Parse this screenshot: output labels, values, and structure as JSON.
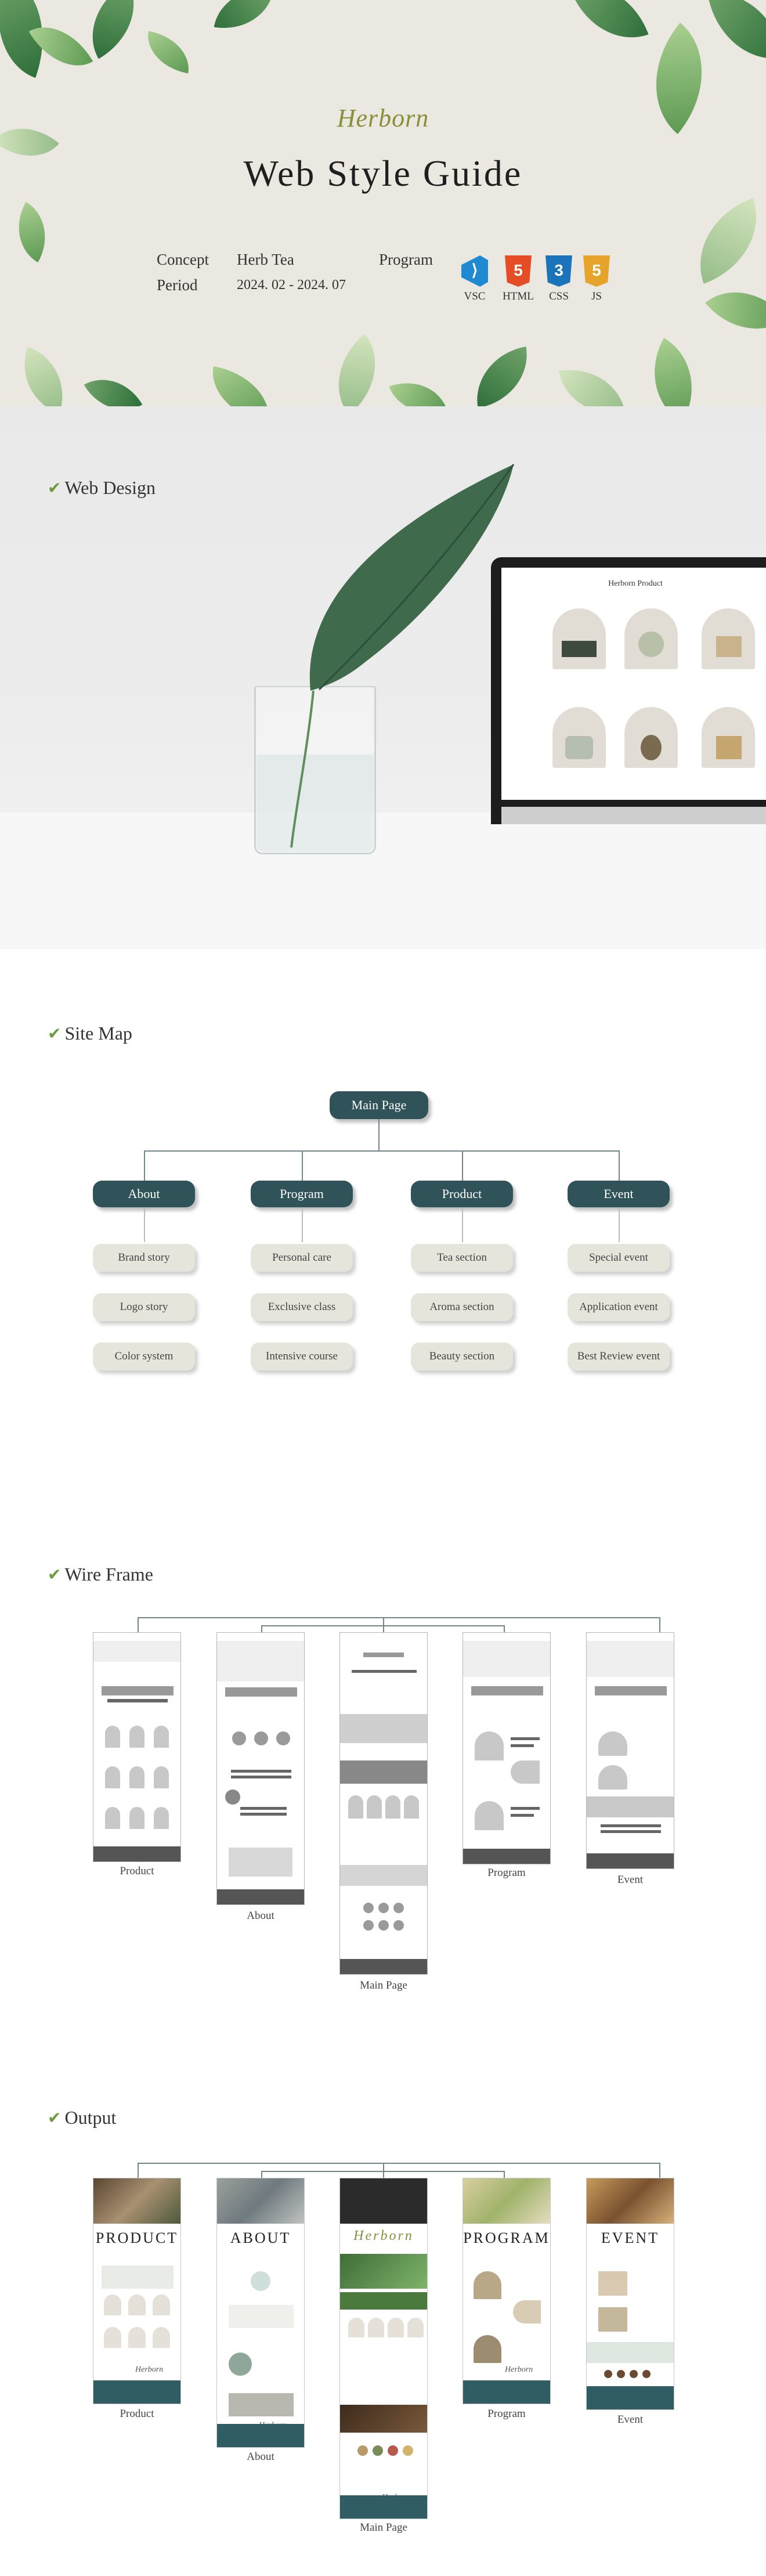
{
  "hero": {
    "logo": "Herborn",
    "title": "Web Style Guide",
    "concept_label": "Concept",
    "concept_value": "Herb Tea",
    "period_label": "Period",
    "period_value": "2024. 02 - 2024. 07",
    "program_label": "Program",
    "programs": [
      {
        "name": "VSC",
        "icon": "vscode-icon",
        "color": "#1f8ad2"
      },
      {
        "name": "HTML",
        "icon": "html5-icon",
        "color": "#e44d26"
      },
      {
        "name": "CSS",
        "icon": "css3-icon",
        "color": "#1b73ba"
      },
      {
        "name": "JS",
        "icon": "js-icon",
        "color": "#e7a42a"
      }
    ]
  },
  "web_design": {
    "section_title": "Web Design",
    "laptop_screen_title": "Herborn Product"
  },
  "site_map": {
    "section_title": "Site Map",
    "root": "Main Page",
    "branches": [
      {
        "label": "About",
        "children": [
          "Brand story",
          "Logo story",
          "Color system"
        ]
      },
      {
        "label": "Program",
        "children": [
          "Personal care",
          "Exclusive class",
          "Intensive course"
        ]
      },
      {
        "label": "Product",
        "children": [
          "Tea section",
          "Aroma section",
          "Beauty section"
        ]
      },
      {
        "label": "Event",
        "children": [
          "Special event",
          "Application event",
          "Best Review event"
        ]
      }
    ]
  },
  "wire_frame": {
    "section_title": "Wire Frame",
    "pages": [
      "Product",
      "About",
      "Main Page",
      "Program",
      "Event"
    ]
  },
  "output": {
    "section_title": "Output",
    "pages": [
      {
        "caption": "Product",
        "heading": "PRODUCT"
      },
      {
        "caption": "About",
        "heading": "ABOUT"
      },
      {
        "caption": "Main Page",
        "heading": "Herborn"
      },
      {
        "caption": "Program",
        "heading": "PROGRAM"
      },
      {
        "caption": "Event",
        "heading": "EVENT"
      }
    ],
    "footer_logo": "Herborn"
  },
  "colors": {
    "brand_dark_teal": "#2f5359",
    "accent_green": "#6b9b3a",
    "logo_olive": "#8a8f3a",
    "node_light": "#e5e5dc"
  }
}
